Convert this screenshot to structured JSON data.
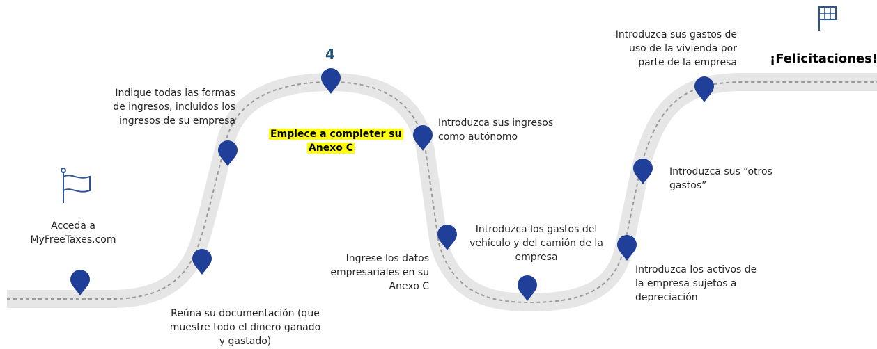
{
  "step_number": "4",
  "highlight": {
    "line1": "Empiece a completer su",
    "line2": "Anexo C"
  },
  "congrats": "¡Felicitaciones!",
  "labels": {
    "access": [
      "Acceda a",
      "MyFreeTaxes.com"
    ],
    "gather": [
      "Reúna su documentación (que",
      "muestre todo el dinero ganado",
      "y gastado)"
    ],
    "income_forms": [
      "Indique todas las formas",
      "de ingresos, incluidos los",
      "ingresos de su empresa"
    ],
    "business_data": [
      "Ingrese los datos",
      "empresariales en su",
      "Anexo C"
    ],
    "self_employed": [
      "Introduzca sus ingresos",
      "como autónomo"
    ],
    "vehicle": [
      "Introduzca los gastos del",
      "vehículo y del camión de la",
      "empresa"
    ],
    "assets": [
      "Introduzca los activos de",
      "la empresa sujetos a",
      "depreciación"
    ],
    "other_expenses": [
      "Introduzca sus “otros",
      "gastos”"
    ],
    "home_use": [
      "Introduzca sus gastos de",
      "uso de la vivienda por",
      "parte de la empresa"
    ]
  },
  "colors": {
    "road": "#e6e6e6",
    "dash": "#9a9a9a",
    "pin": "#1f3f99",
    "flag": "#2f5597",
    "highlight": "#ffff00"
  }
}
